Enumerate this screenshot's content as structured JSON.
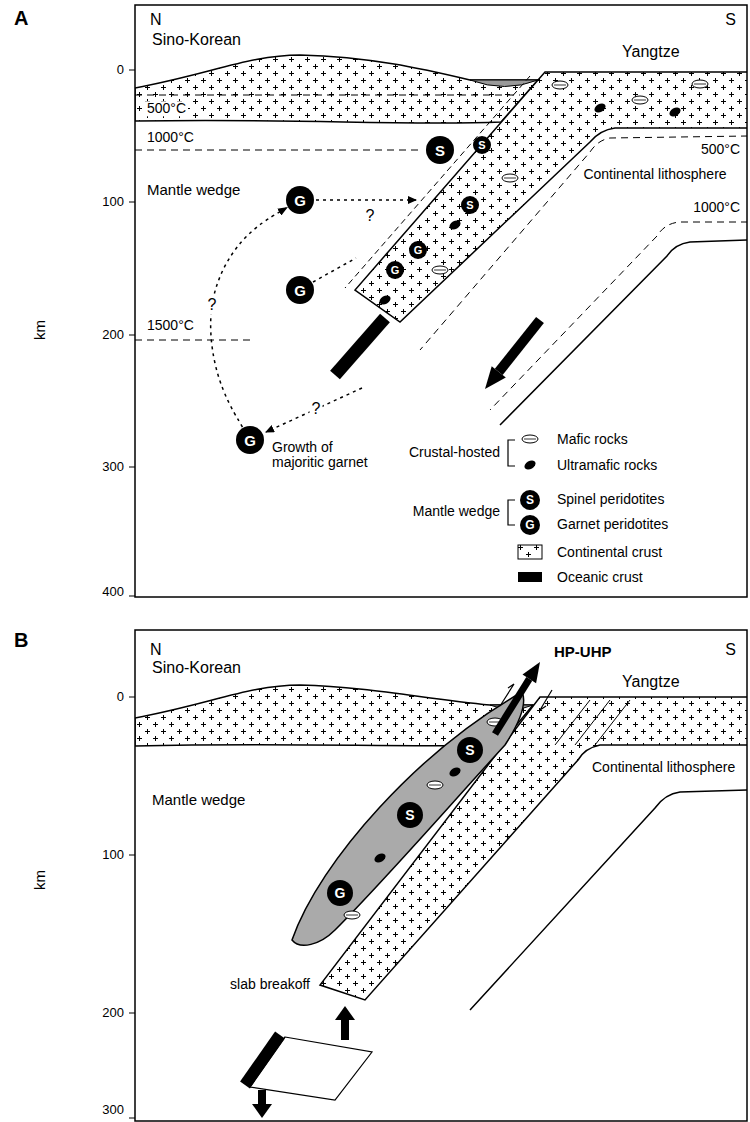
{
  "diagram": {
    "nodes": [
      {
        "text": [
          "S"
        ]
      },
      {
        "text": [
          "S"
        ]
      },
      {
        "text": [
          "S"
        ]
      },
      {
        "text": [
          "G"
        ]
      },
      {
        "text": [
          "G"
        ]
      },
      {
        "text": [
          "G"
        ]
      },
      {
        "text": [
          "G"
        ]
      },
      {
        "text": [
          "G"
        ]
      },
      {
        "text": [
          "S"
        ]
      },
      {
        "text": [
          "G"
        ]
      },
      {
        "text": [
          "S"
        ]
      },
      {
        "text": [
          "S"
        ]
      },
      {
        "text": [
          "G"
        ]
      }
    ],
    "edges": [
      {
        "from": 7,
        "to": 3,
        "arrow": "to",
        "label": "?"
      }
    ],
    "labels": [
      "A",
      "N",
      "S",
      "Sino-Korean",
      "Yangtze",
      "500°C",
      "1000°C",
      "Mantle wedge",
      "1500°C",
      "500°C",
      "1000°C",
      "Continental lithosphere",
      "?",
      "?",
      "Growth of majoritic garnet",
      "Crustal-hosted",
      "Mantle wedge",
      "km",
      "0",
      "100",
      "200",
      "300",
      "400",
      "B",
      "N",
      "S",
      "Sino-Korean",
      "Yangtze",
      "HP-UHP",
      "Mantle wedge",
      "Continental lithosphere",
      "slab breakoff",
      "km",
      "0",
      "100",
      "200",
      "300"
    ],
    "legend": [
      {
        "text": "Mafic rocks"
      },
      {
        "text": "Ultramafic rocks"
      },
      {
        "text": "Spinel peridotites"
      },
      {
        "text": "Garnet peridotites"
      },
      {
        "text": "Continental crust"
      },
      {
        "text": "Oceanic crust",
        "color": "#000000"
      }
    ]
  }
}
